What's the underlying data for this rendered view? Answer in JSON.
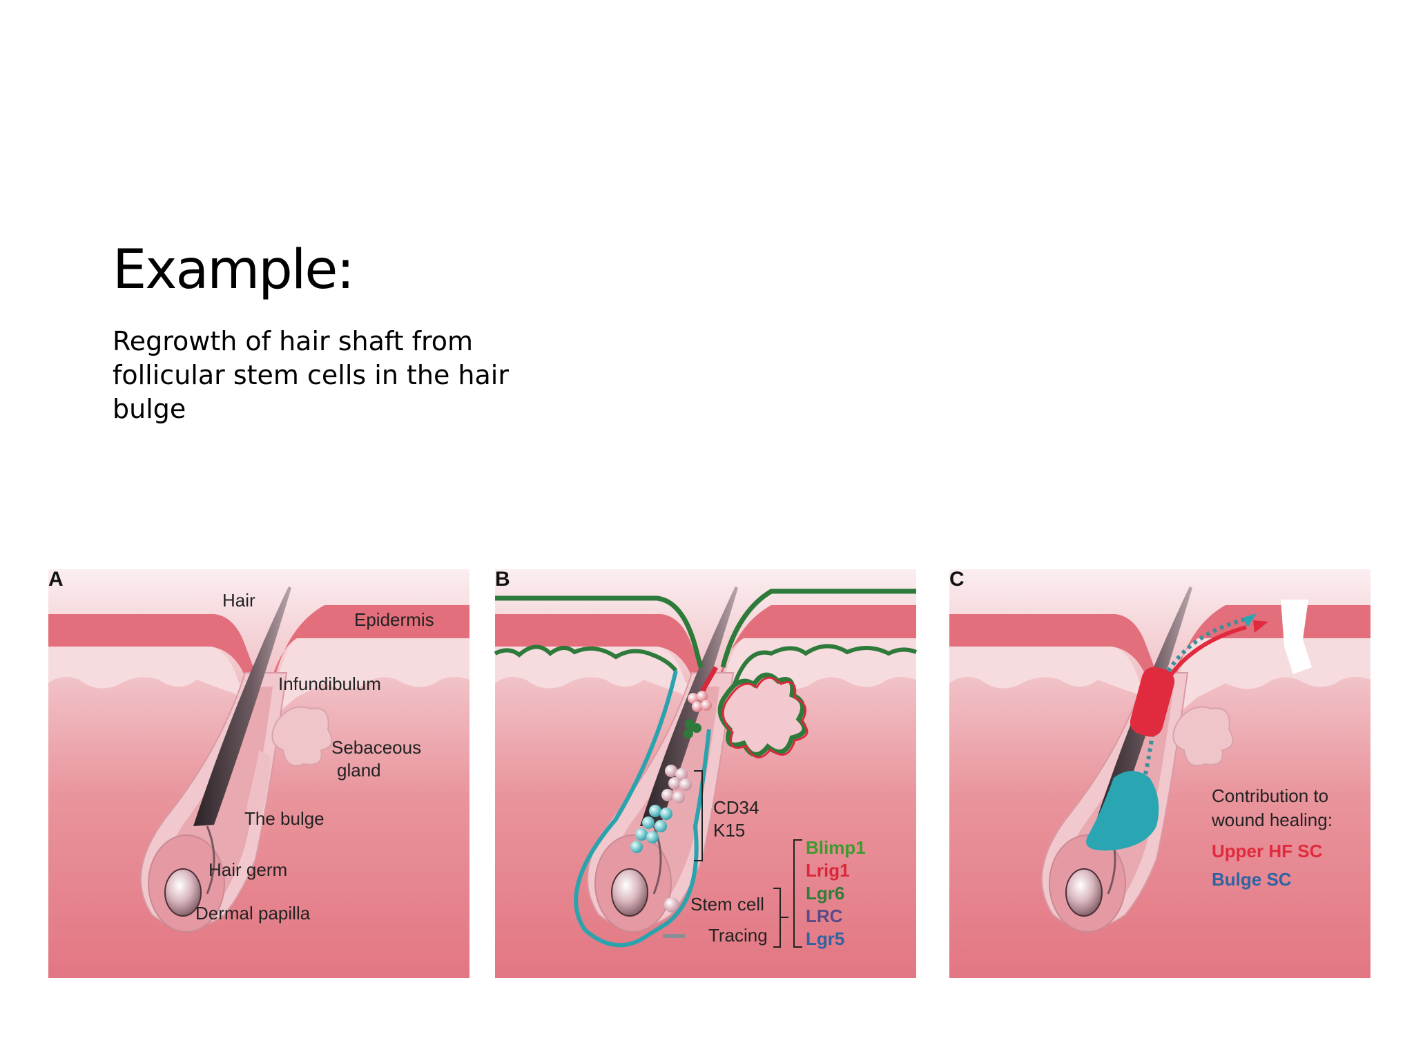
{
  "slide": {
    "title": "Example:",
    "subtitle": "Regrowth of hair shaft from follicular stem cells in the hair bulge"
  },
  "figure": {
    "panel_a": {
      "letter": "A",
      "labels": {
        "hair": "Hair",
        "epidermis": "Epidermis",
        "infundibulum": "Infundibulum",
        "sebaceous_1": "Sebaceous",
        "sebaceous_2": "gland",
        "bulge": "The bulge",
        "hair_germ": "Hair germ",
        "dermal_papilla": "Dermal papilla"
      }
    },
    "panel_b": {
      "letter": "B",
      "labels": {
        "cd34": "CD34",
        "k15": "K15",
        "stem_cell": "Stem cell",
        "tracing": "Tracing"
      },
      "markers": [
        {
          "name": "Blimp1",
          "color": "#3c9a2e"
        },
        {
          "name": "Lrig1",
          "color": "#d8283a"
        },
        {
          "name": "Lgr6",
          "color": "#2e7d3a"
        },
        {
          "name": "LRC",
          "color": "#5b4a86"
        },
        {
          "name": "Lgr5",
          "color": "#2e63a4"
        }
      ]
    },
    "panel_c": {
      "letter": "C",
      "labels": {
        "contribution_1": "Contribution to",
        "contribution_2": "wound healing:",
        "upper_hf": "Upper HF SC",
        "bulge_sc": "Bulge SC"
      }
    },
    "colors": {
      "skin": "#e87f88",
      "epidermis": "#e26f7b",
      "dermis_light": "#f4d7da",
      "green_line": "#2e7a3a",
      "teal_line": "#2aa3ad",
      "red_sc": "#e02a3e",
      "blue_sc": "#2aa6b3"
    }
  }
}
